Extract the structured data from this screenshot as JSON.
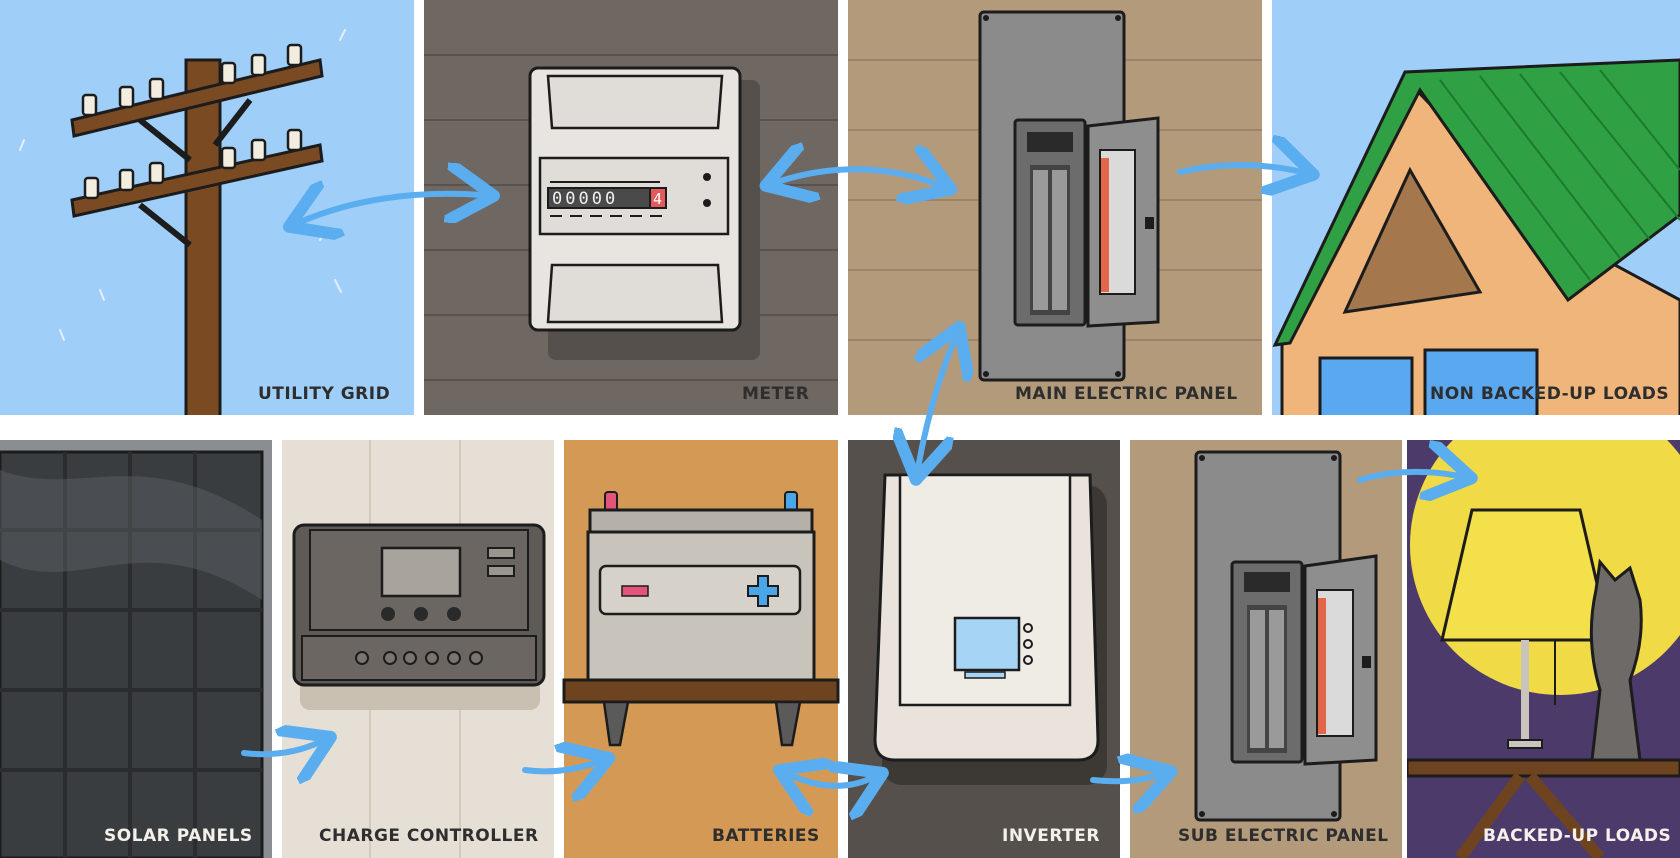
{
  "panels": {
    "utility_grid": "UTILITY GRID",
    "meter": "METER",
    "main_panel": "MAIN ELECTRIC PANEL",
    "non_backed_up": "NON BACKED-UP LOADS",
    "solar_panels": "SOLAR PANELS",
    "charge_controller": "CHARGE CONTROLLER",
    "batteries": "BATTERIES",
    "inverter": "INVERTER",
    "sub_panel": "SUB ELECTRIC PANEL",
    "backed_up": "BACKED-UP LOADS"
  },
  "meter_reading": "00000",
  "meter_reading_last": "4",
  "colors": {
    "arrow": "#5aaef0",
    "sky": "#9fcff8",
    "roof": "#2fa043",
    "moon": "#f0da45",
    "night": "#4c3a6a",
    "outline": "#1c1c1c"
  }
}
